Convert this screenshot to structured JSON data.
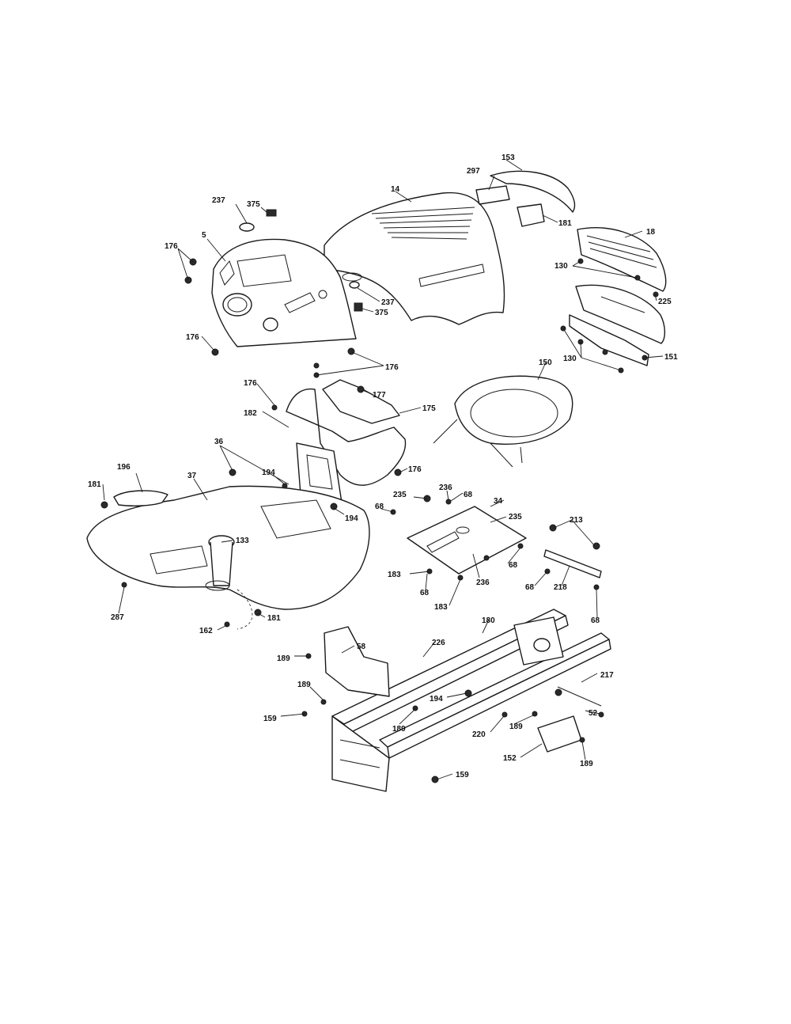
{
  "callouts": [
    {
      "id": "c153",
      "text": "153"
    },
    {
      "id": "c297",
      "text": "297"
    },
    {
      "id": "c14",
      "text": "14"
    },
    {
      "id": "c237a",
      "text": "237"
    },
    {
      "id": "c375a",
      "text": "375"
    },
    {
      "id": "c181a",
      "text": "181"
    },
    {
      "id": "c18",
      "text": "18"
    },
    {
      "id": "c5",
      "text": "5"
    },
    {
      "id": "c176a",
      "text": "176"
    },
    {
      "id": "c130a",
      "text": "130"
    },
    {
      "id": "c237b",
      "text": "237"
    },
    {
      "id": "c375b",
      "text": "375"
    },
    {
      "id": "c225",
      "text": "225"
    },
    {
      "id": "c176b",
      "text": "176"
    },
    {
      "id": "c176c",
      "text": "176"
    },
    {
      "id": "c130b",
      "text": "130"
    },
    {
      "id": "c151",
      "text": "151"
    },
    {
      "id": "c150",
      "text": "150"
    },
    {
      "id": "c176d",
      "text": "176"
    },
    {
      "id": "c177",
      "text": "177"
    },
    {
      "id": "c182",
      "text": "182"
    },
    {
      "id": "c175",
      "text": "175"
    },
    {
      "id": "c36",
      "text": "36"
    },
    {
      "id": "c176e",
      "text": "176"
    },
    {
      "id": "c196",
      "text": "196"
    },
    {
      "id": "c194a",
      "text": "194"
    },
    {
      "id": "c37",
      "text": "37"
    },
    {
      "id": "c181b",
      "text": "181"
    },
    {
      "id": "c236a",
      "text": "236"
    },
    {
      "id": "c235a",
      "text": "235"
    },
    {
      "id": "c68a",
      "text": "68"
    },
    {
      "id": "c34",
      "text": "34"
    },
    {
      "id": "c194b",
      "text": "194"
    },
    {
      "id": "c68b",
      "text": "68"
    },
    {
      "id": "c235b",
      "text": "235"
    },
    {
      "id": "c213",
      "text": "213"
    },
    {
      "id": "c133",
      "text": "133"
    },
    {
      "id": "c68c",
      "text": "68"
    },
    {
      "id": "c183a",
      "text": "183"
    },
    {
      "id": "c236b",
      "text": "236"
    },
    {
      "id": "c68d",
      "text": "68"
    },
    {
      "id": "c218",
      "text": "218"
    },
    {
      "id": "c68e",
      "text": "68"
    },
    {
      "id": "c183b",
      "text": "183"
    },
    {
      "id": "c287",
      "text": "287"
    },
    {
      "id": "c68f",
      "text": "68"
    },
    {
      "id": "c162",
      "text": "162"
    },
    {
      "id": "c181c",
      "text": "181"
    },
    {
      "id": "c180",
      "text": "180"
    },
    {
      "id": "c226",
      "text": "226"
    },
    {
      "id": "c189a",
      "text": "189"
    },
    {
      "id": "c58",
      "text": "58"
    },
    {
      "id": "c217",
      "text": "217"
    },
    {
      "id": "c189b",
      "text": "189"
    },
    {
      "id": "c194c",
      "text": "194"
    },
    {
      "id": "c52",
      "text": "52"
    },
    {
      "id": "c159a",
      "text": "159"
    },
    {
      "id": "c189c",
      "text": "189"
    },
    {
      "id": "c220",
      "text": "220"
    },
    {
      "id": "c189d",
      "text": "189"
    },
    {
      "id": "c152",
      "text": "152"
    },
    {
      "id": "c189e",
      "text": "189"
    },
    {
      "id": "c159b",
      "text": "159"
    }
  ]
}
